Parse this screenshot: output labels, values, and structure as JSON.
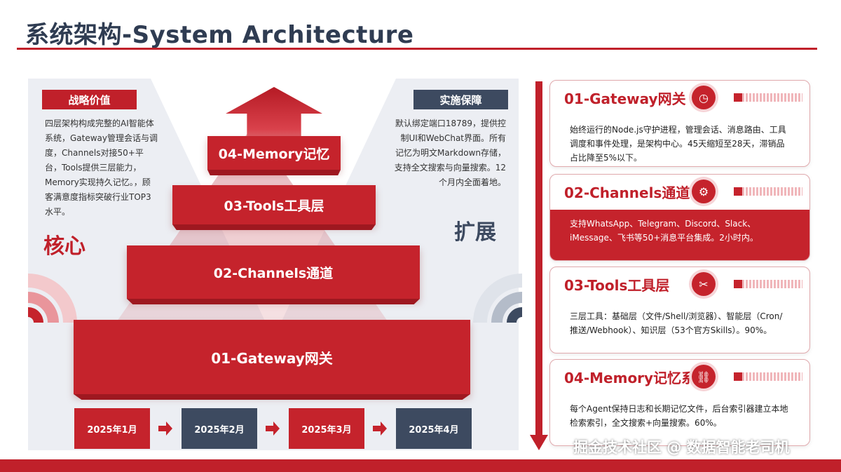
{
  "title": "系统架构-System Architecture",
  "left_panel": {
    "badge": "战略价值",
    "text": "四层架构构成完整的AI智能体系统，Gateway管理会话与调度，Channels对接50+平台，Tools提供三层能力，Memory实现持久记忆。，顾客满意度指标突破行业TOP3水平。",
    "big_word": "核心"
  },
  "right_panel": {
    "badge": "实施保障",
    "text": "默认绑定端口18789，提供控制UI和WebChat界面。所有记忆为明文Markdown存储，支持全文搜索与向量搜索。12个月内全面着地。",
    "big_word": "扩展"
  },
  "pyramid": {
    "tier4": "04-Memory记忆",
    "tier3": "03-Tools工具层",
    "tier2": "02-Channels通道",
    "tier1": "01-Gateway网关"
  },
  "timeline": [
    "2025年1月",
    "2025年2月",
    "2025年3月",
    "2025年4月"
  ],
  "cards": [
    {
      "title": "01-Gateway网关",
      "icon": "clock-icon",
      "body": "始终运行的Node.js守护进程，管理会话、消息路由、工具调度和事件处理，是架构中心。45天缩短至28天，滞销品占比降至5%以下。"
    },
    {
      "title": "02-Channels通道",
      "icon": "gear-icon",
      "body": "支持WhatsApp、Telegram、Discord、Slack、iMessage、飞书等50+消息平台集成。2小时内。"
    },
    {
      "title": "03-Tools工具层",
      "icon": "tools-icon",
      "body": "三层工具：基础层（文件/Shell/浏览器）、智能层（Cron/推送/Webhook）、知识层（53个官方Skills）。90%。"
    },
    {
      "title": "04-Memory记忆系统",
      "icon": "link-icon",
      "body": "每个Agent保持日志和长期记忆文件，后台索引器建立本地检索索引，全文搜索+向量搜索。60%。"
    }
  ],
  "watermark": "掘金技术社区 @ 数据智能老司机",
  "colors": {
    "accent": "#c0202a",
    "dark": "#3d4a60"
  }
}
